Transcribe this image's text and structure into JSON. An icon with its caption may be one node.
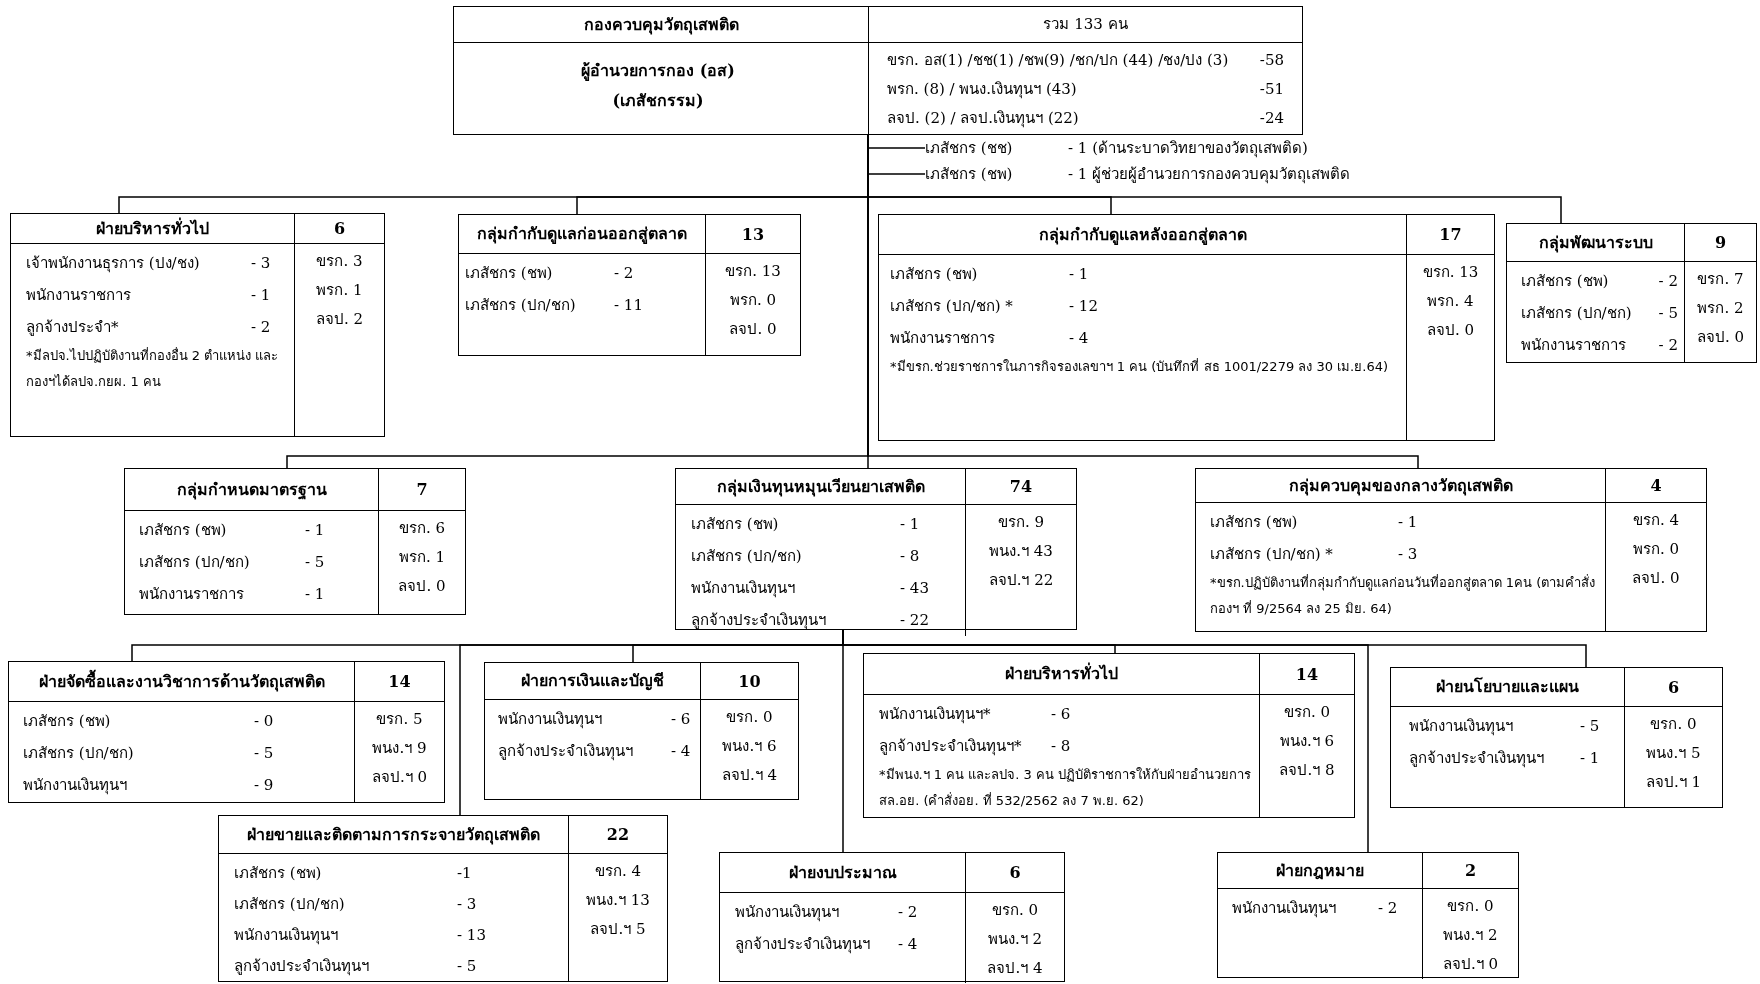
{
  "diagram": {
    "nodes": [
      {
        "text": [
          "กองควบคุมวัตถุเสพติด",
          "ผู้อำนวยการกอง (อส) (เภสัชกรรม)",
          "รวม 133 คน",
          "ขรก. อส(1) /ชช(1) /ชพ(9) /ชก/ปก (44) /ชง/ปง (3)",
          "-58",
          "พรก. (8) / พนง.เงินทุนฯ (43)",
          "-51",
          "ลจป. (2) / ลจป.เงินทุนฯ (22)",
          "-24"
        ]
      },
      {
        "text": [
          "เภสัชกร (ชช)",
          "- 1 (ด้านระบาดวิทยาของวัตถุเสพติด)"
        ]
      },
      {
        "text": [
          "เภสัชกร (ชพ)",
          "- 1 ผู้ช่วยผู้อำนวยการกองควบคุมวัตถุเสพติด"
        ]
      },
      {
        "text": [
          "ฝ่ายบริหารทั่วไป",
          "6",
          "เจ้าพนักงานธุรการ (ปง/ชง)",
          "- 3",
          "พนักงานราชการ",
          "- 1",
          "ลูกจ้างประจำ*",
          "- 2",
          "*มีลปจ.ไปปฏิบัติงานที่กองอื่น 2 ตำแหน่ง และกองฯได้ลปจ.กยผ. 1 คน",
          "ขรก. 3",
          "พรก. 1",
          "ลจป. 2"
        ]
      },
      {
        "text": [
          "กลุ่มกำกับดูแลก่อนออกสู่ตลาด",
          "13",
          "เภสัชกร (ชพ)",
          "- 2",
          "เภสัชกร (ปก/ชก)",
          "- 11",
          "ขรก. 13",
          "พรก. 0",
          "ลจป. 0"
        ]
      },
      {
        "text": [
          "กลุ่มกำกับดูแลหลังออกสู่ตลาด",
          "17",
          "เภสัชกร (ชพ)",
          "- 1",
          "เภสัชกร (ปก/ชก) *",
          "- 12",
          "พนักงานราชการ",
          "- 4",
          "*มีขรก.ช่วยราชการในภารกิจรองเลขาฯ 1 คน (บันทึกที่ สธ 1001/2279 ลง 30 เม.ย.64)",
          "ขรก. 13",
          "พรก. 4",
          "ลจป. 0"
        ]
      },
      {
        "text": [
          "กลุ่มพัฒนาระบบ",
          "9",
          "เภสัชกร (ชพ)",
          "- 2",
          "เภสัชกร (ปก/ชก)",
          "- 5",
          "พนักงานราชการ",
          "- 2",
          "ขรก. 7",
          "พรก. 2",
          "ลจป. 0"
        ]
      },
      {
        "text": [
          "กลุ่มกำหนดมาตรฐาน",
          "7",
          "เภสัชกร (ชพ)",
          "- 1",
          "เภสัชกร (ปก/ชก)",
          "- 5",
          "พนักงานราชการ",
          "- 1",
          "ขรก. 6",
          "พรก. 1",
          "ลจป. 0"
        ]
      },
      {
        "text": [
          "กลุ่มเงินทุนหมุนเวียนยาเสพติด",
          "74",
          "เภสัชกร (ชพ)",
          "- 1",
          "เภสัชกร (ปก/ชก)",
          "- 8",
          "พนักงานเงินทุนฯ",
          "- 43",
          "ลูกจ้างประจำเงินทุนฯ",
          "- 22",
          "ขรก. 9",
          "พนง.ฯ 43",
          "ลจป.ฯ 22"
        ]
      },
      {
        "text": [
          "กลุ่มควบคุมของกลางวัตถุเสพติด",
          "4",
          "เภสัชกร (ชพ)",
          "- 1",
          "เภสัชกร (ปก/ชก) *",
          "- 3",
          "*ขรก.ปฏิบัติงานที่กลุ่มกำกับดูแลก่อนวันที่ออกสู่ตลาด 1คน (ตามคำสั่งกองฯ ที่ 9/2564 ลง 25 มิย. 64)",
          "ขรก. 4",
          "พรก. 0",
          "ลจป. 0"
        ]
      },
      {
        "text": [
          "ฝ่ายจัดซื้อและงานวิชาการด้านวัตถุเสพติด",
          "14",
          "เภสัชกร (ชพ)",
          "- 0",
          "เภสัชกร (ปก/ชก)",
          "- 5",
          "พนักงานเงินทุนฯ",
          "- 9",
          "ขรก. 5",
          "พนง.ฯ 9",
          "ลจป.ฯ 0"
        ]
      },
      {
        "text": [
          "ฝ่ายการเงินและบัญชี",
          "10",
          "พนักงานเงินทุนฯ",
          "- 6",
          "ลูกจ้างประจำเงินทุนฯ",
          "- 4",
          "ขรก. 0",
          "พนง.ฯ 6",
          "ลจป.ฯ 4"
        ]
      },
      {
        "text": [
          "ฝ่ายบริหารทั่วไป",
          "14",
          "พนักงานเงินทุนฯ*",
          "- 6",
          "ลูกจ้างประจำเงินทุนฯ*",
          "- 8",
          "*มีพนง.ฯ 1 คน และลปจ. 3 คน ปฏิบัติราชการให้กับฝ่ายอำนวยการสล.อย. (คำสั่งอย. ที่ 532/2562 ลง 7 พ.ย. 62)",
          "ขรก. 0",
          "พนง.ฯ 6",
          "ลจป.ฯ 8"
        ]
      },
      {
        "text": [
          "ฝ่ายนโยบายและแผน",
          "6",
          "พนักงานเงินทุนฯ",
          "- 5",
          "ลูกจ้างประจำเงินทุนฯ",
          "- 1",
          "ขรก. 0",
          "พนง.ฯ 5",
          "ลจป.ฯ 1"
        ]
      },
      {
        "text": [
          "ฝ่ายขายและติดตามการกระจายวัตถุเสพติด",
          "22",
          "เภสัชกร (ชพ)",
          "-1",
          "เภสัชกร (ปก/ชก)",
          "- 3",
          "พนักงานเงินทุนฯ",
          "- 13",
          "ลูกจ้างประจำเงินทุนฯ",
          "- 5",
          "ขรก. 4",
          "พนง.ฯ 13",
          "ลจป.ฯ 5"
        ]
      },
      {
        "text": [
          "ฝ่ายงบประมาณ",
          "6",
          "พนักงานเงินทุนฯ",
          "- 2",
          "ลูกจ้างประจำเงินทุนฯ",
          "- 4",
          "ขรก. 0",
          "พนง.ฯ 2",
          "ลจป.ฯ 4"
        ]
      },
      {
        "text": [
          "ฝ่ายกฎหมาย",
          "2",
          "พนักงานเงินทุนฯ",
          "- 2",
          "ขรก. 0",
          "พนง.ฯ 2",
          "ลจป.ฯ 0"
        ]
      }
    ],
    "edges": [
      {
        "from": 0,
        "to": 1,
        "arrow": "none"
      },
      {
        "from": 0,
        "to": 2,
        "arrow": "none"
      },
      {
        "from": 0,
        "to": 3,
        "arrow": "none"
      },
      {
        "from": 0,
        "to": 4,
        "arrow": "none"
      },
      {
        "from": 0,
        "to": 5,
        "arrow": "none"
      },
      {
        "from": 0,
        "to": 6,
        "arrow": "none"
      },
      {
        "from": 0,
        "to": 7,
        "arrow": "none"
      },
      {
        "from": 0,
        "to": 8,
        "arrow": "none"
      },
      {
        "from": 0,
        "to": 9,
        "arrow": "none"
      },
      {
        "from": 8,
        "to": 10,
        "arrow": "none"
      },
      {
        "from": 8,
        "to": 11,
        "arrow": "none"
      },
      {
        "from": 8,
        "to": 12,
        "arrow": "none"
      },
      {
        "from": 8,
        "to": 13,
        "arrow": "none"
      },
      {
        "from": 8,
        "to": 14,
        "arrow": "none"
      },
      {
        "from": 8,
        "to": 15,
        "arrow": "none"
      },
      {
        "from": 8,
        "to": 16,
        "arrow": "none"
      }
    ]
  }
}
